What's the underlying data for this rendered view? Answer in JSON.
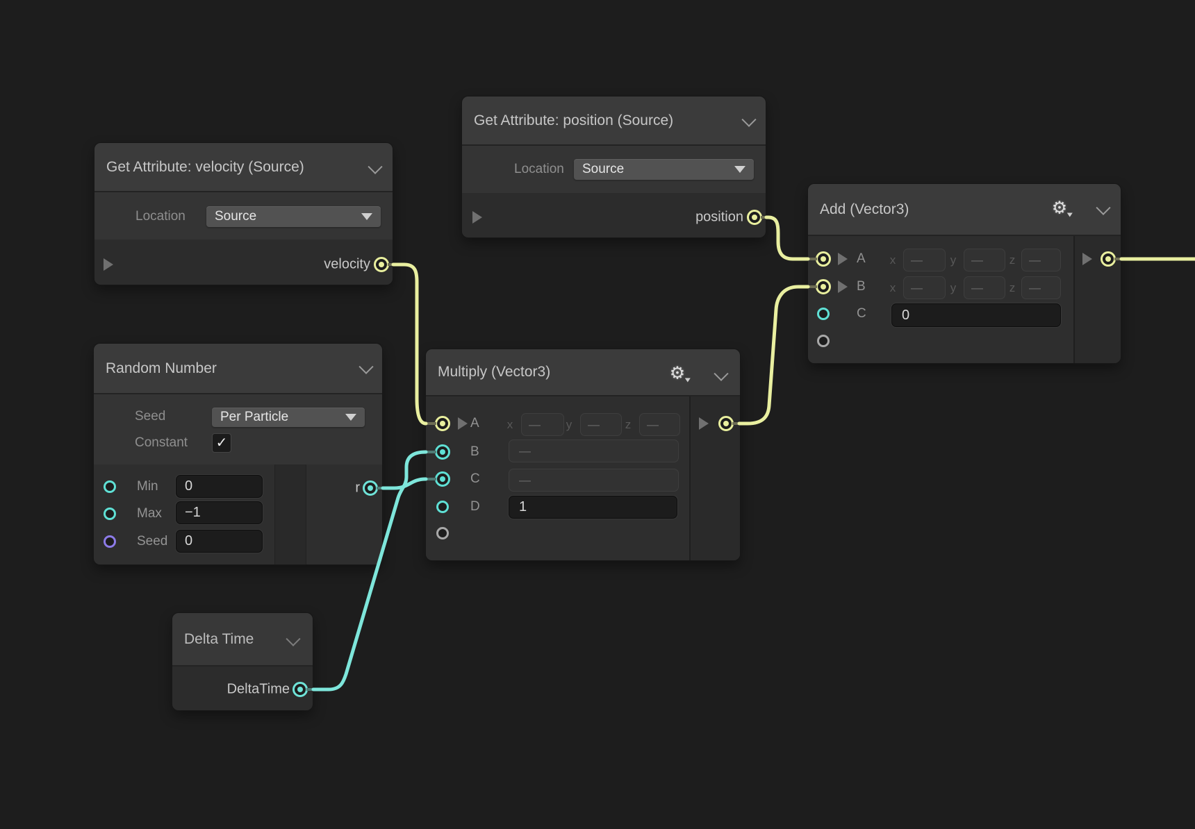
{
  "axis": {
    "x": "x",
    "y": "y",
    "z": "z",
    "dash": "—"
  },
  "nodes": {
    "get_velocity": {
      "title": "Get Attribute: velocity (Source)",
      "location": {
        "label": "Location",
        "value": "Source"
      },
      "output": {
        "label": "velocity"
      }
    },
    "get_position": {
      "title": "Get Attribute: position (Source)",
      "location": {
        "label": "Location",
        "value": "Source"
      },
      "output": {
        "label": "position"
      }
    },
    "random_number": {
      "title": "Random Number",
      "seed_mode": {
        "label": "Seed",
        "value": "Per Particle"
      },
      "constant": {
        "label": "Constant",
        "checked": true,
        "checkmark": "✓"
      },
      "inputs": [
        {
          "label": "Min",
          "value": "0"
        },
        {
          "label": "Max",
          "value": "−1"
        },
        {
          "label": "Seed",
          "value": "0"
        }
      ],
      "output": {
        "label": "r"
      }
    },
    "multiply": {
      "title": "Multiply (Vector3)",
      "rows": {
        "a": "A",
        "b": "B",
        "c": "C",
        "d": "D"
      },
      "d_value": "1"
    },
    "add": {
      "title": "Add (Vector3)",
      "rows": {
        "a": "A",
        "b": "B",
        "c": "C"
      },
      "c_value": "0"
    },
    "delta_time": {
      "title": "Delta Time",
      "output": {
        "label": "DeltaTime"
      }
    }
  },
  "wires": [
    {
      "name": "velocity to multiply A",
      "color": "#e9efa0"
    },
    {
      "name": "position to add A",
      "color": "#e9efa0"
    },
    {
      "name": "multiply out to add B",
      "color": "#e9efa0"
    },
    {
      "name": "add out to offscreen right",
      "color": "#e9efa0"
    },
    {
      "name": "random r to multiply C",
      "color": "#7ee6db"
    },
    {
      "name": "delta time to multiply B",
      "color": "#7ee6db"
    }
  ],
  "colors": {
    "background": "#1d1d1d",
    "wire_yellow": "#e9efa0",
    "wire_cyan": "#7ee6db",
    "port_yellow": "#e9ef9e",
    "port_cyan": "#5fe0d5",
    "port_purple": "#8d7be8",
    "port_gray": "#a8a8a8"
  }
}
